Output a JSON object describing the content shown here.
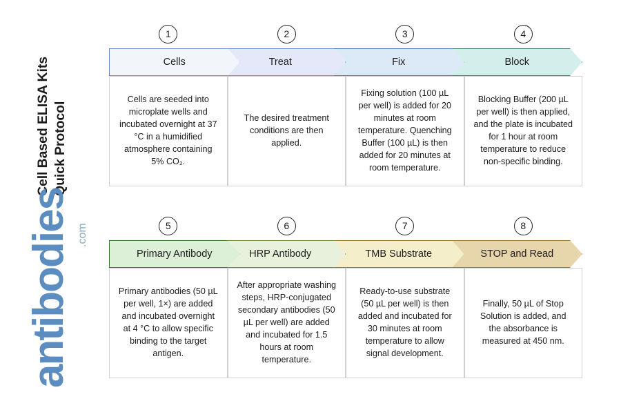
{
  "document": {
    "title_line1": "Cell Based ELISA Kits",
    "title_line2": "Quick Protocol",
    "title": "Cell Based ELISA Kits\nQuick Protocol"
  },
  "watermark": {
    "brand": "antibodies",
    "tld": ".com",
    "color": "#5b8dc0"
  },
  "rows": [
    {
      "id": "row-1",
      "steps": [
        {
          "number": "1",
          "label": "Cells",
          "fill": "#f2f6fb",
          "stroke": "#6b8fbf",
          "text": "Cells are seeded into microplate wells and incubated overnight at 37 °C in a humidified atmosphere containing 5% CO₂."
        },
        {
          "number": "2",
          "label": "Treat",
          "fill": "#e4e8f8",
          "stroke": "#6b8fbf",
          "text": "The desired treatment conditions are then applied."
        },
        {
          "number": "3",
          "label": "Fix",
          "fill": "#dceaf7",
          "stroke": "#4e7cb0",
          "text": "Fixing solution (100 µL per well) is added for 20 minutes at room temperature. Quenching Buffer (100 µL) is then added for 20 minutes at room temperature."
        },
        {
          "number": "4",
          "label": "Block",
          "fill": "#d3eeeb",
          "stroke": "#4c7a6e",
          "text": "Blocking Buffer (200 µL per well) is then applied, and the plate is incubated for 1 hour at room temperature to reduce non-specific binding."
        }
      ]
    },
    {
      "id": "row-2",
      "steps": [
        {
          "number": "5",
          "label": "Primary Antibody",
          "fill": "#dcf0d8",
          "stroke": "#3f7a33",
          "text": "Primary antibodies (50 µL per well, 1×) are added and incubated overnight at 4 °C to allow specific binding to the target antigen."
        },
        {
          "number": "6",
          "label": "HRP Antibody",
          "fill": "#e8f1dc",
          "stroke": "#6f8b34",
          "text": "After appropriate washing steps, HRP-conjugated secondary antibodies (50 µL per well) are added and incubated for 1.5 hours at room temperature."
        },
        {
          "number": "7",
          "label": "TMB Substrate",
          "fill": "#f4eecb",
          "stroke": "#9a7c28",
          "text": "Ready-to-use substrate (50 µL per well) is then added and incubated for 30 minutes at room temperature to allow signal development."
        },
        {
          "number": "8",
          "label": "STOP and Read",
          "fill": "#e7d5ab",
          "stroke": "#9a7c28",
          "text": "Finally, 50 µL of Stop Solution is added, and the absorbance is measured at 450 nm."
        }
      ]
    }
  ]
}
